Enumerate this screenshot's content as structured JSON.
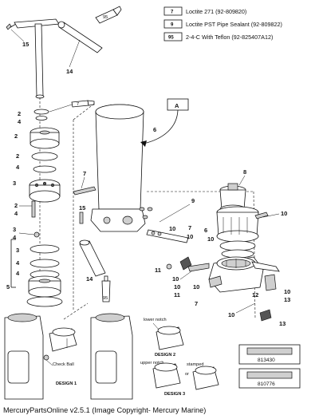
{
  "legend": [
    {
      "code": "7",
      "text": "Loctite 271 (92-809820)"
    },
    {
      "code": "9",
      "text": "Loctite PST Pipe Sealant (92-809822)"
    },
    {
      "code": "95",
      "text": "2-4-C With Teflon (92-825407A12)"
    }
  ],
  "view_label": "A",
  "callouts": {
    "c15a": "15",
    "c14a": "14",
    "c2a": "2",
    "c4a": "4",
    "c2b": "2",
    "c2c": "2",
    "c4b": "4",
    "c3a": "3",
    "c2d": "2",
    "c4c": "4",
    "c3b": "3",
    "c4d": "4",
    "c3c": "3",
    "c4e": "4",
    "c4f": "4",
    "c5": "5",
    "c6": "6",
    "c7a": "7",
    "c15b": "15",
    "c14b": "14",
    "c8": "8",
    "c9": "9",
    "c10a": "10",
    "c10b": "10",
    "c7b": "7",
    "c10c": "10",
    "c10d": "10",
    "c6b": "6",
    "c10e": "10",
    "c11a": "11",
    "c10f": "10",
    "c11b": "11",
    "c7c": "7",
    "c10g": "10",
    "c12": "12",
    "c10h": "10",
    "c13a": "13",
    "c13b": "13",
    "c10i": "10"
  },
  "tube_labels": {
    "t1": "7",
    "t2": "95",
    "t3": "95"
  },
  "notes": {
    "check_ball": "Check Ball",
    "lower_notch": "lower notch",
    "upper_notch": "upper notch",
    "stamped": "stamped",
    "or": "or"
  },
  "designs": {
    "d1": "DESIGN 1",
    "d2": "DESIGN 2",
    "d3": "DESIGN 3"
  },
  "part_numbers": {
    "p1": "813430",
    "p2": "810776"
  },
  "footer": "MercuryPartsOnline v2.5.1 (Image Copyright- Mercury Marine)"
}
